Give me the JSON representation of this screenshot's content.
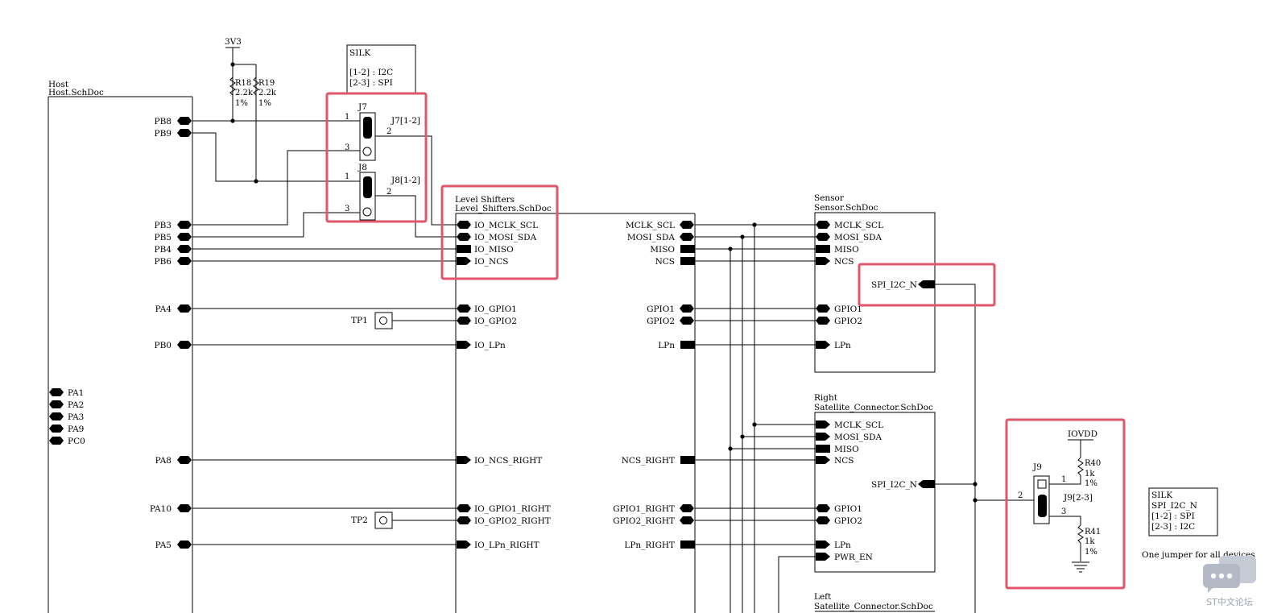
{
  "power": {
    "rail": "3V3",
    "iovdd": "IOVDD"
  },
  "resistors": [
    {
      "ref": "R18",
      "value": "2.2k",
      "tol": "1%"
    },
    {
      "ref": "R19",
      "value": "2.2k",
      "tol": "1%"
    },
    {
      "ref": "R40",
      "value": "1k",
      "tol": "1%"
    },
    {
      "ref": "R41",
      "value": "1k",
      "tol": "1%"
    }
  ],
  "silk_top": {
    "title": "SILK",
    "line1": "[1-2] : I2C",
    "line2": "[2-3] : SPI"
  },
  "silk_right": {
    "title": "SILK",
    "line1": "SPI_I2C_N",
    "line2": "[1-2] : SPI",
    "line3": "[2-3] : I2C"
  },
  "note": "One jumper for all devices",
  "jumpers": {
    "j7": {
      "ref": "J7",
      "setting": "J7[1-2]",
      "pin1": "1",
      "pin2": "2",
      "pin3": "3"
    },
    "j8": {
      "ref": "J8",
      "setting": "J8[1-2]",
      "pin1": "1",
      "pin2": "2",
      "pin3": "3"
    },
    "j9": {
      "ref": "J9",
      "setting": "J9[2-3]",
      "pin1": "1",
      "pin2": "2",
      "pin3": "3"
    }
  },
  "test_points": {
    "tp1": "TP1",
    "tp2": "TP2"
  },
  "host": {
    "name": "Host",
    "file": "Host.SchDoc",
    "ports": [
      "PB8",
      "PB9",
      "PB3",
      "PB5",
      "PB4",
      "PB6",
      "PA4",
      "PB0",
      "PA8",
      "PA10",
      "PA5"
    ],
    "unused": [
      "PA1",
      "PA2",
      "PA3",
      "PA9",
      "PC0"
    ]
  },
  "level_shifters": {
    "name": "Level Shifters",
    "file": "Level_Shifters.SchDoc",
    "ports": [
      "IO_MCLK_SCL",
      "IO_MOSI_SDA",
      "IO_MISO",
      "IO_NCS",
      "IO_GPIO1",
      "IO_GPIO2",
      "IO_LPn",
      "IO_NCS_RIGHT",
      "IO_GPIO1_RIGHT",
      "IO_GPIO2_RIGHT",
      "IO_LPn_RIGHT"
    ],
    "out_ports": [
      "MCLK_SCL",
      "MOSI_SDA",
      "MISO",
      "NCS",
      "GPIO1",
      "GPIO2",
      "LPn",
      "NCS_RIGHT",
      "GPIO1_RIGHT",
      "GPIO2_RIGHT",
      "LPn_RIGHT"
    ]
  },
  "sensor": {
    "name": "Sensor",
    "file": "Sensor.SchDoc",
    "ports": [
      "MCLK_SCL",
      "MOSI_SDA",
      "MISO",
      "NCS",
      "GPIO1",
      "GPIO2",
      "LPn"
    ],
    "mode_port": "SPI_I2C_N"
  },
  "right_conn": {
    "name": "Right",
    "file": "Satellite_Connector.SchDoc",
    "ports": [
      "MCLK_SCL",
      "MOSI_SDA",
      "MISO",
      "NCS",
      "GPIO1",
      "GPIO2",
      "LPn",
      "PWR_EN"
    ],
    "mode_port": "SPI_I2C_N"
  },
  "left_conn": {
    "name": "Left",
    "file": "Satellite_Connector.SchDoc"
  },
  "watermark": "ST中文论坛"
}
